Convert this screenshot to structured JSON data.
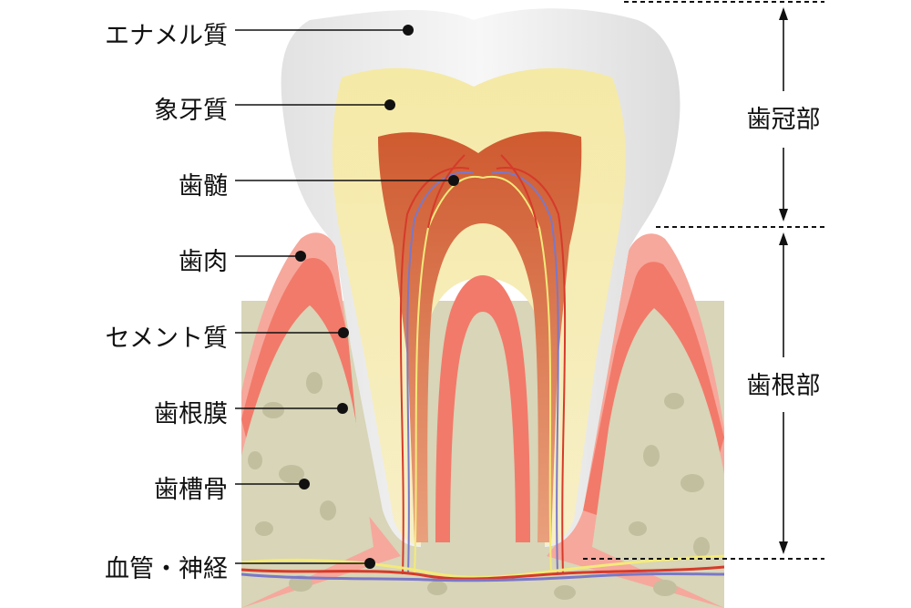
{
  "labels": {
    "enamel": "エナメル質",
    "dentin": "象牙質",
    "pulp": "歯髄",
    "gum": "歯肉",
    "cementum": "セメント質",
    "ligament": "歯根膜",
    "alveolar_bone": "歯槽骨",
    "vessels_nerves": "血管・神経"
  },
  "regions": {
    "crown": "歯冠部",
    "root": "歯根部"
  },
  "colors": {
    "enamel": "#ebebeb",
    "dentin": "#f5eab0",
    "pulp": "#d4643a",
    "gum": "#f27a6a",
    "gum_light": "#f6a89c",
    "bone": "#d8d5b8",
    "bone_spot": "#c2bf9f",
    "vein": "#7a78c8",
    "artery": "#d63a2a",
    "nerve": "#f3ea7a"
  }
}
